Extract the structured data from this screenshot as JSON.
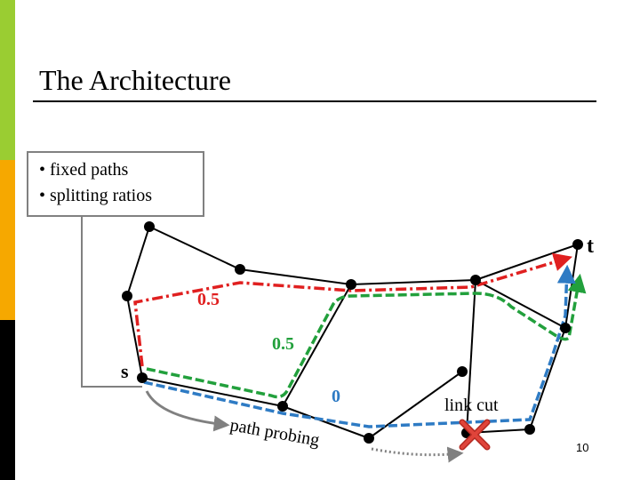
{
  "colors": {
    "accent_top": "#9ACD32",
    "accent_mid": "#F6A800",
    "accent_bot": "#000000",
    "path_red": "#E02020",
    "path_green": "#22A03C",
    "path_blue": "#2E7BC4",
    "probe_arrow": "#808080",
    "link_cut_x": "#E0443A"
  },
  "title": "The Architecture",
  "callout": {
    "items": [
      "• fixed paths",
      "• splitting ratios"
    ]
  },
  "nodes": {
    "source_label": "s",
    "target_label": "t"
  },
  "ratios": {
    "red": "0.5",
    "green": "0.5",
    "blue": "0"
  },
  "annotations": {
    "path_probing": "path probing",
    "link_cut": "link cut"
  },
  "page_number": "10"
}
